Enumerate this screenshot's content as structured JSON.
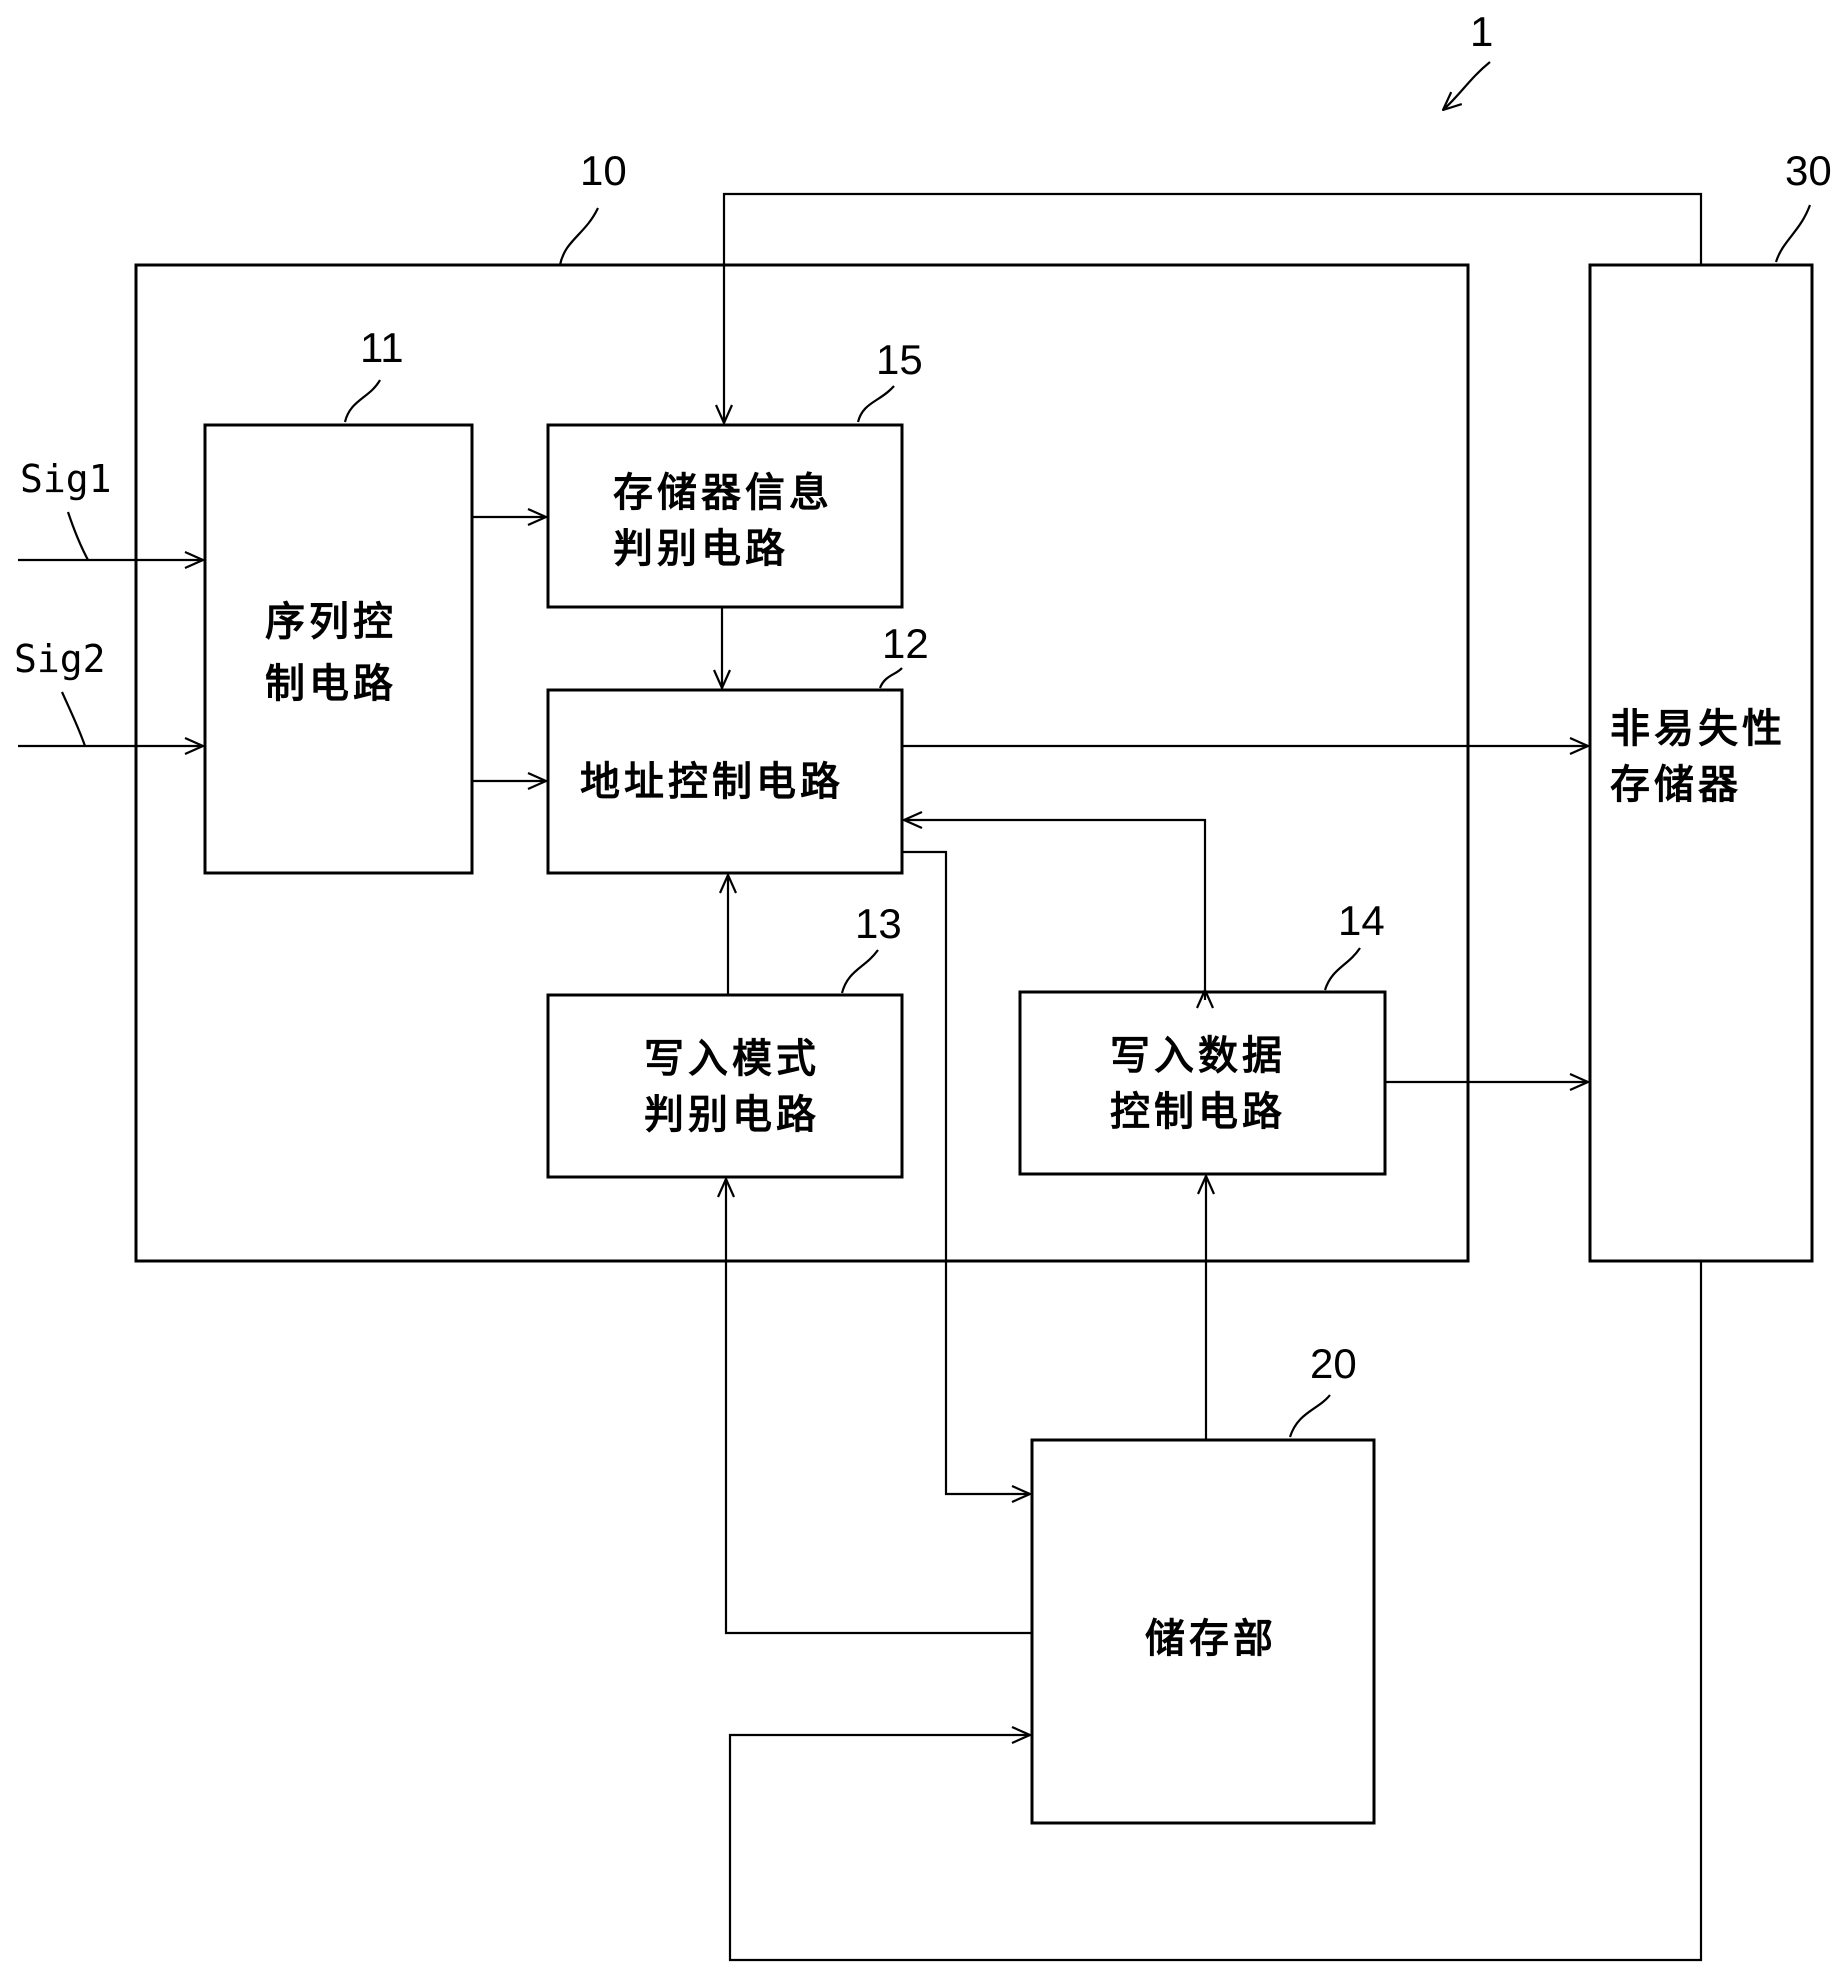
{
  "diagram": {
    "ref_system": "1",
    "ref_controller": "10",
    "ref_storage": "20",
    "ref_nvm": "30",
    "blocks": {
      "seq_ctrl": {
        "ref": "11",
        "line1": "序列控",
        "line2": "制电路"
      },
      "addr_ctrl": {
        "ref": "12",
        "line1": "地址控制电路"
      },
      "write_mode": {
        "ref": "13",
        "line1": "写入模式",
        "line2": "判别电路"
      },
      "write_data": {
        "ref": "14",
        "line1": "写入数据",
        "line2": "控制电路"
      },
      "mem_info": {
        "ref": "15",
        "line1": "存储器信息",
        "line2": "判别电路"
      },
      "storage": {
        "ref": "20",
        "line1": "储存部"
      },
      "nvm": {
        "ref": "30",
        "line1": "非易失性",
        "line2": "存储器"
      }
    },
    "signals": {
      "sig1": "Sig1",
      "sig2": "Sig2"
    }
  }
}
